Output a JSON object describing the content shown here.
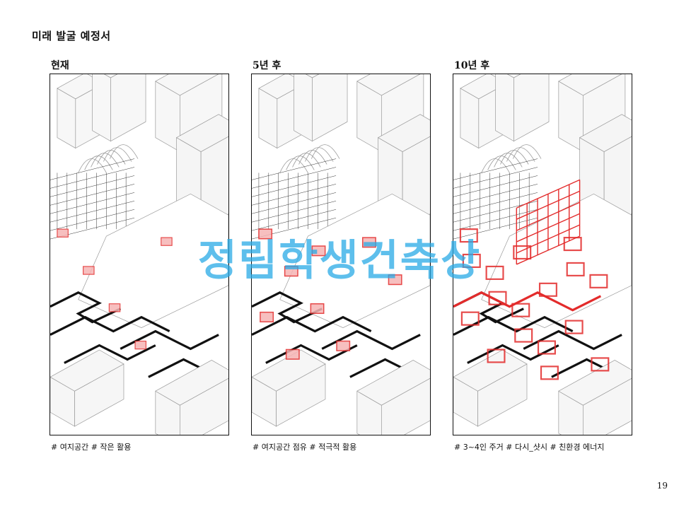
{
  "page": {
    "title": "미래 발굴 예정서",
    "page_number": "19"
  },
  "colors": {
    "line": "#333333",
    "light_line": "#9a9a9a",
    "accent": "#e32b2b",
    "accent_fill": "#f6b4b4",
    "watermark": "#28aae6"
  },
  "panels": [
    {
      "title": "현재",
      "caption": "# 여지공간 # 작은 활용",
      "red_level": 0.15
    },
    {
      "title": "5년 후",
      "caption": "# 여지공간 점유 # 적극적 활용",
      "red_level": 0.45
    },
    {
      "title": "10년 후",
      "caption": "# 3~4인 주거 # 다시_샷시 # 친환경 에너지",
      "red_level": 1.0
    }
  ],
  "watermark": {
    "text": "정림학생건축상"
  }
}
